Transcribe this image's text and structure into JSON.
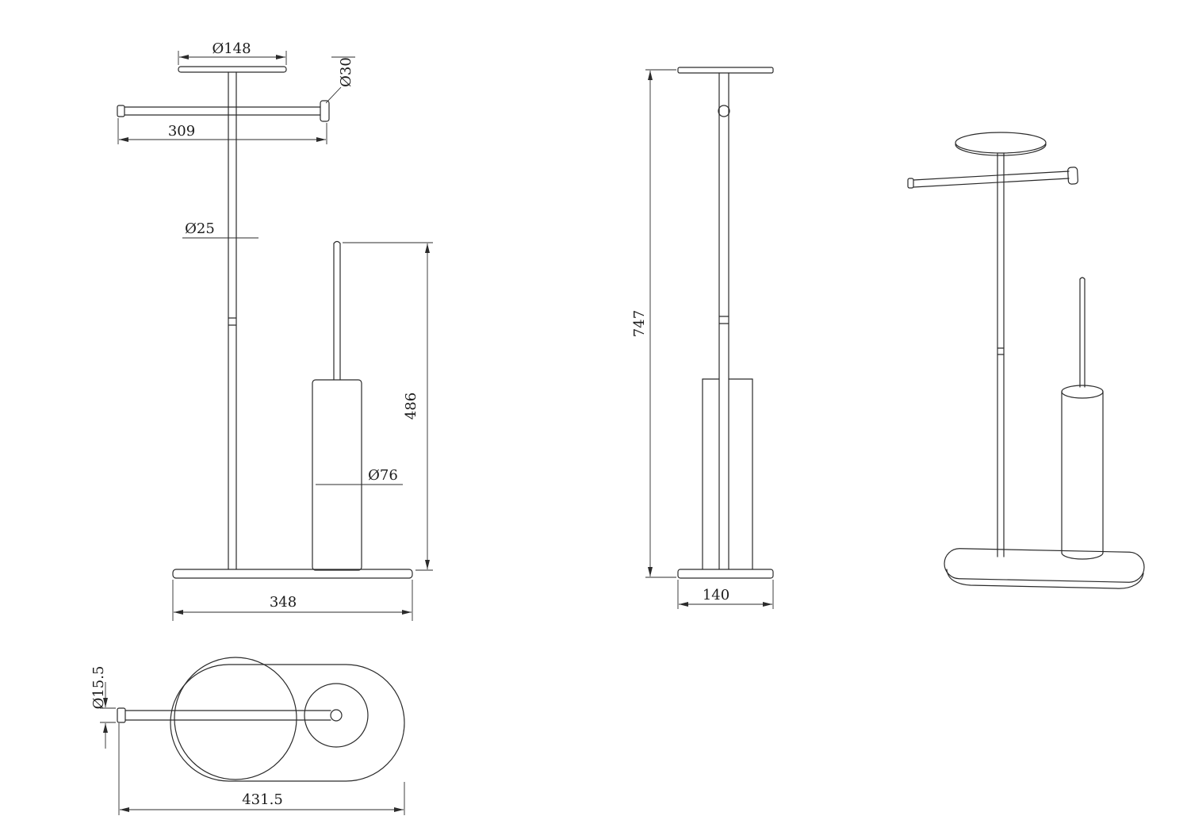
{
  "drawing": {
    "front_view": {
      "plate_diameter": "Ø148",
      "bar_length": "309",
      "bar_end_diameter": "Ø30",
      "pole_diameter": "Ø25",
      "brush_height": "486",
      "brush_diameter": "Ø76",
      "base_width": "348"
    },
    "side_view": {
      "total_height": "747",
      "base_depth": "140"
    },
    "top_view": {
      "bar_diameter": "Ø15.5",
      "base_length": "431.5"
    },
    "colors": {
      "line": "#2b2b2b",
      "background": "#ffffff"
    }
  }
}
